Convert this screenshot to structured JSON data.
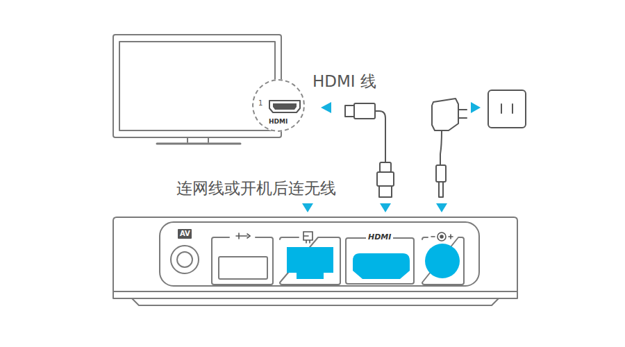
{
  "diagram": {
    "nodes": [
      {
        "text": [
          "1",
          "HDMI"
        ]
      },
      {
        "text": [
          "AV"
        ]
      },
      {
        "text": [
          "HDMI"
        ]
      }
    ],
    "labels": [
      "HDMI 线",
      "连网线或开机后连无线"
    ]
  }
}
